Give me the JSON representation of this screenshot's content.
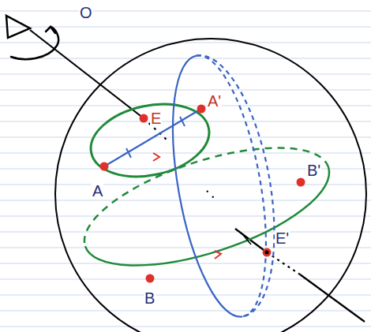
{
  "diagram": {
    "labels": [
      "O",
      "E",
      "A'",
      "A",
      "B'",
      "B",
      "E'"
    ]
  }
}
